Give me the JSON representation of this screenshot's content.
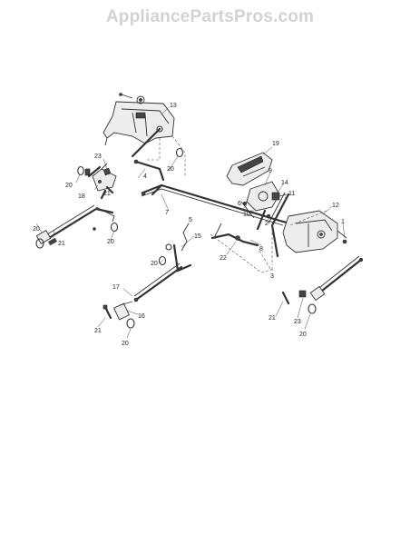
{
  "watermark": "AppliancePartsPros.com",
  "callouts": {
    "c1": "1",
    "c2": "2",
    "c3": "3",
    "c4": "4",
    "c5": "5",
    "c6": "6",
    "c7": "7",
    "c8": "8",
    "c9": "9",
    "c10": "10",
    "c11": "11",
    "c12": "12",
    "c13": "13",
    "c14": "14",
    "c15": "15",
    "c16": "16",
    "c17": "17",
    "c18": "18",
    "c19": "19",
    "c20a": "20",
    "c20b": "20",
    "c20c": "20",
    "c20d": "20",
    "c20e": "20",
    "c20f": "20",
    "c20g": "20",
    "c21a": "21",
    "c21b": "21",
    "c21c": "21",
    "c21d": "21",
    "c22": "22",
    "c23a": "23",
    "c23b": "23"
  }
}
